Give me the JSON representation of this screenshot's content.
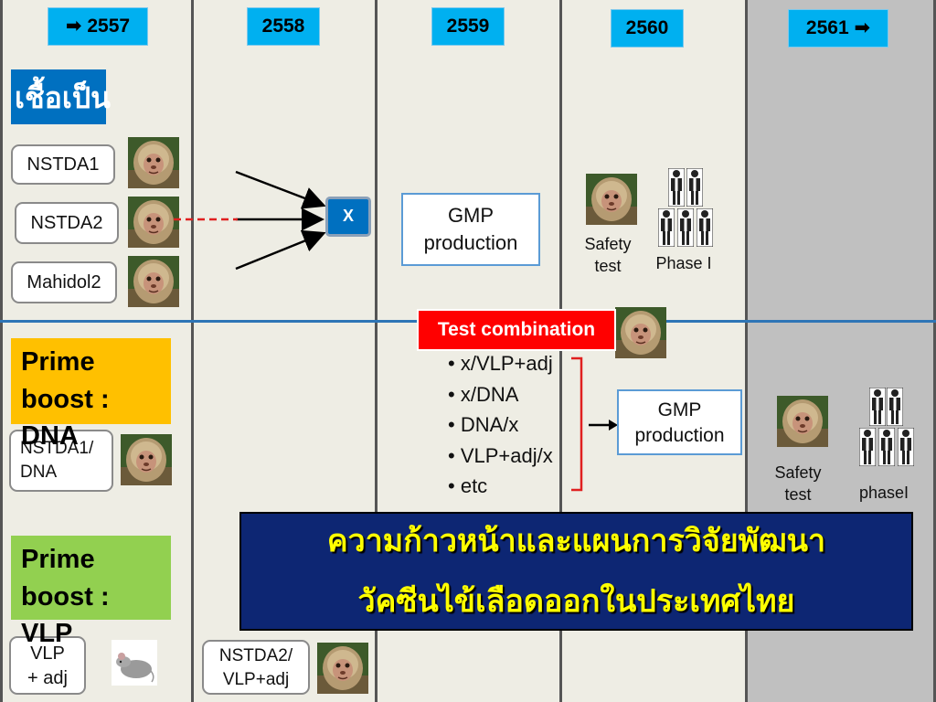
{
  "years": [
    "➡ 2557",
    "2558",
    "2559",
    "2560",
    "2561 ➡"
  ],
  "strains": {
    "heading": "เชื้อเป็น",
    "items": [
      "NSTDA1",
      "NSTDA2",
      "Mahidol2"
    ],
    "target_label": "X"
  },
  "gmp_1": {
    "line1": "GMP",
    "line2": "production"
  },
  "safety_1": {
    "line1": "Safety",
    "line2": "test"
  },
  "phase_1": "Phase I",
  "test_combination": {
    "title": "Test combination",
    "items": [
      "x/VLP+adj",
      "x/DNA",
      "DNA/x",
      "VLP+adj/x",
      "etc"
    ]
  },
  "gmp_2": {
    "line1": "GMP",
    "line2": "production"
  },
  "safety_2": {
    "line1": "Safety",
    "line2": "test"
  },
  "phase_2": "phaseI",
  "prime_dna": {
    "line1": "Prime",
    "line2": "boost :",
    "line3": "DNA",
    "pill_line1": "NSTDA1/",
    "pill_line2": "DNA"
  },
  "prime_vlp": {
    "line1": "Prime",
    "line2": "boost :",
    "line3": "VLP",
    "pill_line1": "VLP",
    "pill_line2": "+ adj"
  },
  "nstda2_vlp": {
    "line1": "NSTDA2/",
    "line2": "VLP+adj"
  },
  "banner": {
    "line1": "ความก้าวหน้าและแผนการวิจัยพัฒนา",
    "line2": "วัคซีนไข้เลือดออกในประเทศไทย"
  },
  "colors": {
    "background": "#eeede4",
    "year_tab": "#00b0f0",
    "grey_column": "#c0c0c0",
    "blue_heading": "#0070c0",
    "yellow_box": "#ffc000",
    "green_box": "#92d050",
    "red_box": "#ff0000",
    "banner": "#0d2673",
    "banner_text": "#ffff00",
    "divider": "#2e75b6"
  }
}
